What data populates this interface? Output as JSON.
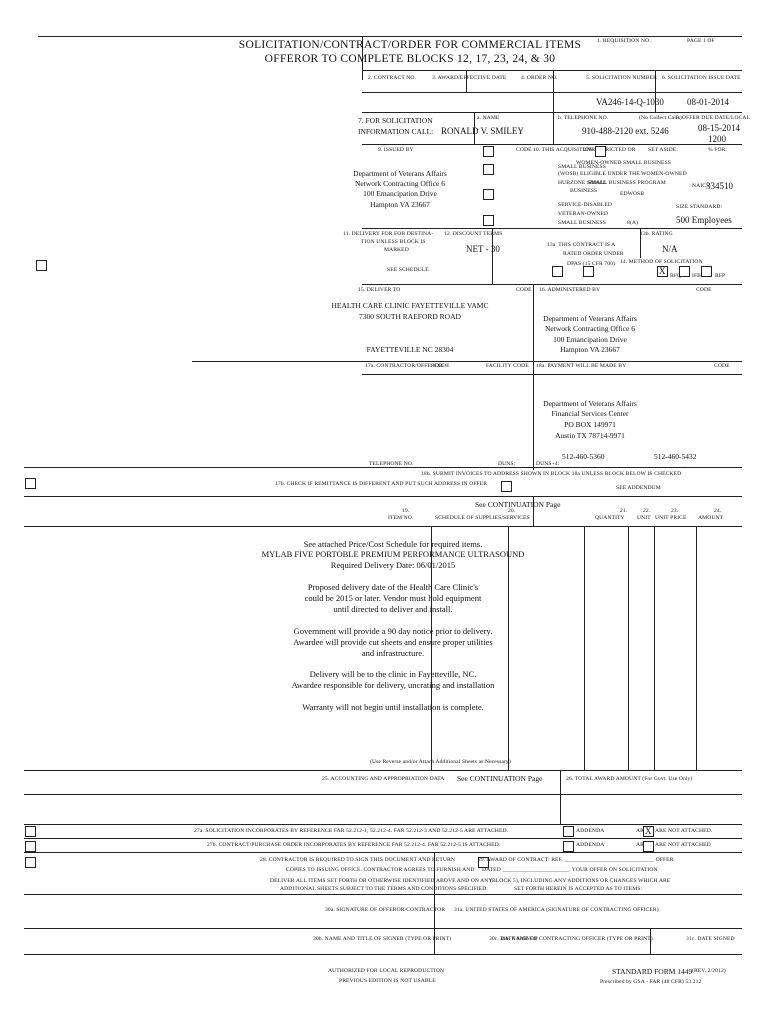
{
  "header": {
    "title_line1": "SOLICITATION/CONTRACT/ORDER FOR COMMERCIAL ITEMS",
    "title_line2": "OFFEROR TO COMPLETE BLOCKS 12, 17, 23, 24, & 30",
    "requisition_no": "1. REQUISITION NO.",
    "page_of": "PAGE 1 OF"
  },
  "blocks": {
    "contract_no": "2. CONTRACT NO.",
    "award_date": "3. AWARD/EFFECTIVE DATE",
    "order_no": "4. ORDER NO.",
    "solicitation_number_label": "5. SOLICITATION NUMBER",
    "solicitation_issue_date_label": "6. SOLICITATION ISSUE DATE",
    "solicitation_number": "VA246-14-Q-1030",
    "solicitation_issue_date": "08-01-2014",
    "for_solicitation_info_1": "7. FOR SOLICITATION",
    "for_solicitation_info_2": "INFORMATION CALL:",
    "name_label": "a. NAME",
    "name_value": "RONALD V. SMILEY",
    "telephone_label": "b. TELEPHONE NO.",
    "no_collect": "(No Collect Calls)",
    "offer_due_label": "8. OFFER DUE DATE/LOCAL",
    "telephone_value": "910-488-2120 ext. 5246",
    "offer_due_date": "08-15-2014",
    "offer_due_time": "1200",
    "issued_by": "9. ISSUED BY",
    "code_label": "CODE",
    "acquisition_is": "10. THIS ACQUISITION IS",
    "unrestricted": "UNRESTRICTED OR",
    "set_aside": "SET ASIDE:",
    "pct_for": "% FOR:",
    "small_business": "SMALL BUSINESS",
    "hubzone": "HUBZONE SMALL",
    "hubzone2": "BUSINESS",
    "wosb1": "WOMEN-OWNED SMALL BUSINESS",
    "wosb2": "(WOSB) ELIGIBLE UNDER THE WOMEN-OWNED",
    "wosb3": "SMALL BUSINESS PROGRAM",
    "edwosb": "EDWOSB",
    "naics_label": "NAICS:",
    "naics_value": "334510",
    "sdvosb1": "SERVICE-DISABLED",
    "sdvosb2": "VETERAN-OWNED",
    "sdvosb3": "SMALL BUSINESS",
    "eight_a": "8(A)",
    "size_standard_label": "SIZE STANDARD:",
    "size_standard_value": "500 Employees",
    "issuer": [
      "Department of Veterans Affairs",
      "Network Contracting Office 6",
      "100 Emancipation Drive",
      "Hampton VA 23667"
    ],
    "delivery_for_fob_1": "11. DELIVERY FOR FOB DESTINA-",
    "delivery_for_fob_2": "TION UNLESS BLOCK IS",
    "delivery_for_fob_3": "MARKED",
    "see_schedule": "SEE SCHEDULE",
    "discount_terms_label": "12. DISCOUNT TERMS",
    "discount_terms_value": "NET - 30",
    "rated_order_1": "13a. THIS CONTRACT IS A",
    "rated_order_2": "RATED ORDER UNDER",
    "rated_order_3": "DPAS (15 CFR 700)",
    "rating_label": "13b. RATING",
    "rating_value": "N/A",
    "method_label": "14. METHOD OF SOLICITATION",
    "rfq": "RFQ",
    "ifb": "IFB",
    "rfp": "RFP",
    "rfq_mark": "X",
    "deliver_to_label": "15. DELIVER TO",
    "administered_by_label": "16. ADMINISTERED BY",
    "deliver_to": [
      "HEALTH CARE CLINIC FAYETTEVILLE VAMC",
      "7300 SOUTH RAEFORD ROAD",
      "FAYETTEVILLE NC 28304"
    ],
    "administered_by": [
      "Department of Veterans Affairs",
      "Network Contracting Office 6",
      "100 Emancipation Drive",
      "Hampton VA 23667"
    ],
    "contractor_label": "17a. CONTRACTOR/OFFEROR",
    "facility_code": "FACILITY CODE",
    "payment_label": "18a. PAYMENT WILL BE MADE BY",
    "payment": [
      "Department of Veterans Affairs",
      "Financial Services Center",
      "PO BOX 149971",
      "Austin TX 78714-9971"
    ],
    "phone_512": "512-460-5360",
    "fax_512": "512-460-5432",
    "telephone_no": "TELEPHONE NO.",
    "duns": "DUNS:",
    "duns4": "DUNS+4:",
    "remittance": "17b. CHECK IF REMITTANCE IS DIFFERENT AND PUT SUCH ADDRESS IN OFFER",
    "submit_invoices": "18b. SUBMIT INVOICES TO ADDRESS SHOWN IN BLOCK 18a UNLESS BLOCK BELOW IS CHECKED",
    "see_addendum": "SEE ADDENDUM",
    "see_continuation_page": "See CONTINUATION Page",
    "item_no_num": "19.",
    "item_no": "ITEM NO.",
    "schedule_num": "20.",
    "schedule": "SCHEDULE OF SUPPLIES/SERVICES",
    "quantity_num": "21.",
    "quantity": "QUANTITY",
    "unit_num": "22.",
    "unit": "UNIT",
    "unit_price_num": "23.",
    "unit_price": "UNIT PRICE",
    "amount_num": "24.",
    "amount": "AMOUNT"
  },
  "schedule_text": {
    "line1": "See attached Price/Cost Schedule for required items.",
    "line2": "MYLAB FIVE PORTOBLE PREMIUM PERFORMANCE ULTRASOUND",
    "line3": "Required Delivery Date: 06/01/2015",
    "line4": "Proposed delivery date of the Health Care Clinic's",
    "line5": "could be 2015 or later. Vendor must hold equipment",
    "line6": "until directed to deliver and install.",
    "line7": "Government will provide a 90 day notice prior to delivery.",
    "line8": "Awardee will provide cut sheets and ensure proper utilities",
    "line9": "and infrastructure.",
    "line10": "Delivery will be to the clinic in Fayetteville, NC.",
    "line11": "Awardee responsible for delivery, uncrating and installation",
    "line12": "Warranty will not begin until installation is complete.",
    "reverse": "(Use Reverse and/or Attach Additional Sheets as Necessary)"
  },
  "footer_blocks": {
    "accounting_label": "25. ACCOUNTING AND APPROPRIATION DATA",
    "accounting_value": "See CONTINUATION Page",
    "total_award": "26. TOTAL AWARD AMOUNT (For Govt. Use Only)",
    "b27a": "27a. SOLICITATION INCORPORATES BY REFERENCE FAR 52.212-1, 52.212-4. FAR 52.212-3 AND 52.212-5 ARE ATTACHED.",
    "b27b": "27b. CONTRACT/PURCHASE ORDER INCORPORATES BY REFERENCE FAR 52.212-4. FAR 52.212-5 IS ATTACHED.",
    "addenda": "ADDENDA",
    "are": "ARE",
    "are_not": "ARE NOT ATTACHED.",
    "are_not_b": "ARE NOT ATTACHED",
    "mark_27a": "X",
    "b28_1": "28. CONTRACTOR IS REQUIRED TO SIGN THIS DOCUMENT AND RETURN",
    "b28_copies": "COPIES TO ISSUING OFFICE. CONTRACTOR AGREES TO FURNISH AND",
    "b28_3": "DELIVER ALL ITEMS SET FORTH OR OTHERWISE IDENTIFIED ABOVE AND ON ANY",
    "b28_4": "ADDITIONAL SHEETS SUBJECT TO THE TERMS AND CONDITIONS SPECIFIED.",
    "b29_1": "29. AWARD OF CONTRACT: REF. _______________________________ OFFER",
    "b29_2": "DATED _______________________. YOUR OFFER ON SOLICITATION",
    "b29_3": "(BLOCK 5), INCLUDING ANY ADDITIONS OR CHANGES WHICH ARE",
    "b29_4": "SET FORTH HEREIN IS ACCEPTED AS TO ITEMS:",
    "b30a": "30a. SIGNATURE OF OFFEROR/CONTRACTOR",
    "b31a": "31a. UNITED STATES OF AMERICA (SIGNATURE OF CONTRACTING OFFICER)",
    "b30b": "30b. NAME AND TITLE OF SIGNER (TYPE OR PRINT)",
    "b30c": "30c. DATE SIGNED",
    "b31b": "31b. NAME OF CONTRACTING OFFICER (TYPE OR PRINT)",
    "b31c": "31c. DATE SIGNED",
    "authorized": "AUTHORIZED FOR LOCAL REPRODUCTION",
    "previous": "PREVIOUS EDITION IS NOT USABLE",
    "standard_form": "STANDARD FORM 1449",
    "rev": "(REV. 2/2012)",
    "prescribed": "Prescribed by GSA - FAR (48 CFR) 53.212"
  }
}
